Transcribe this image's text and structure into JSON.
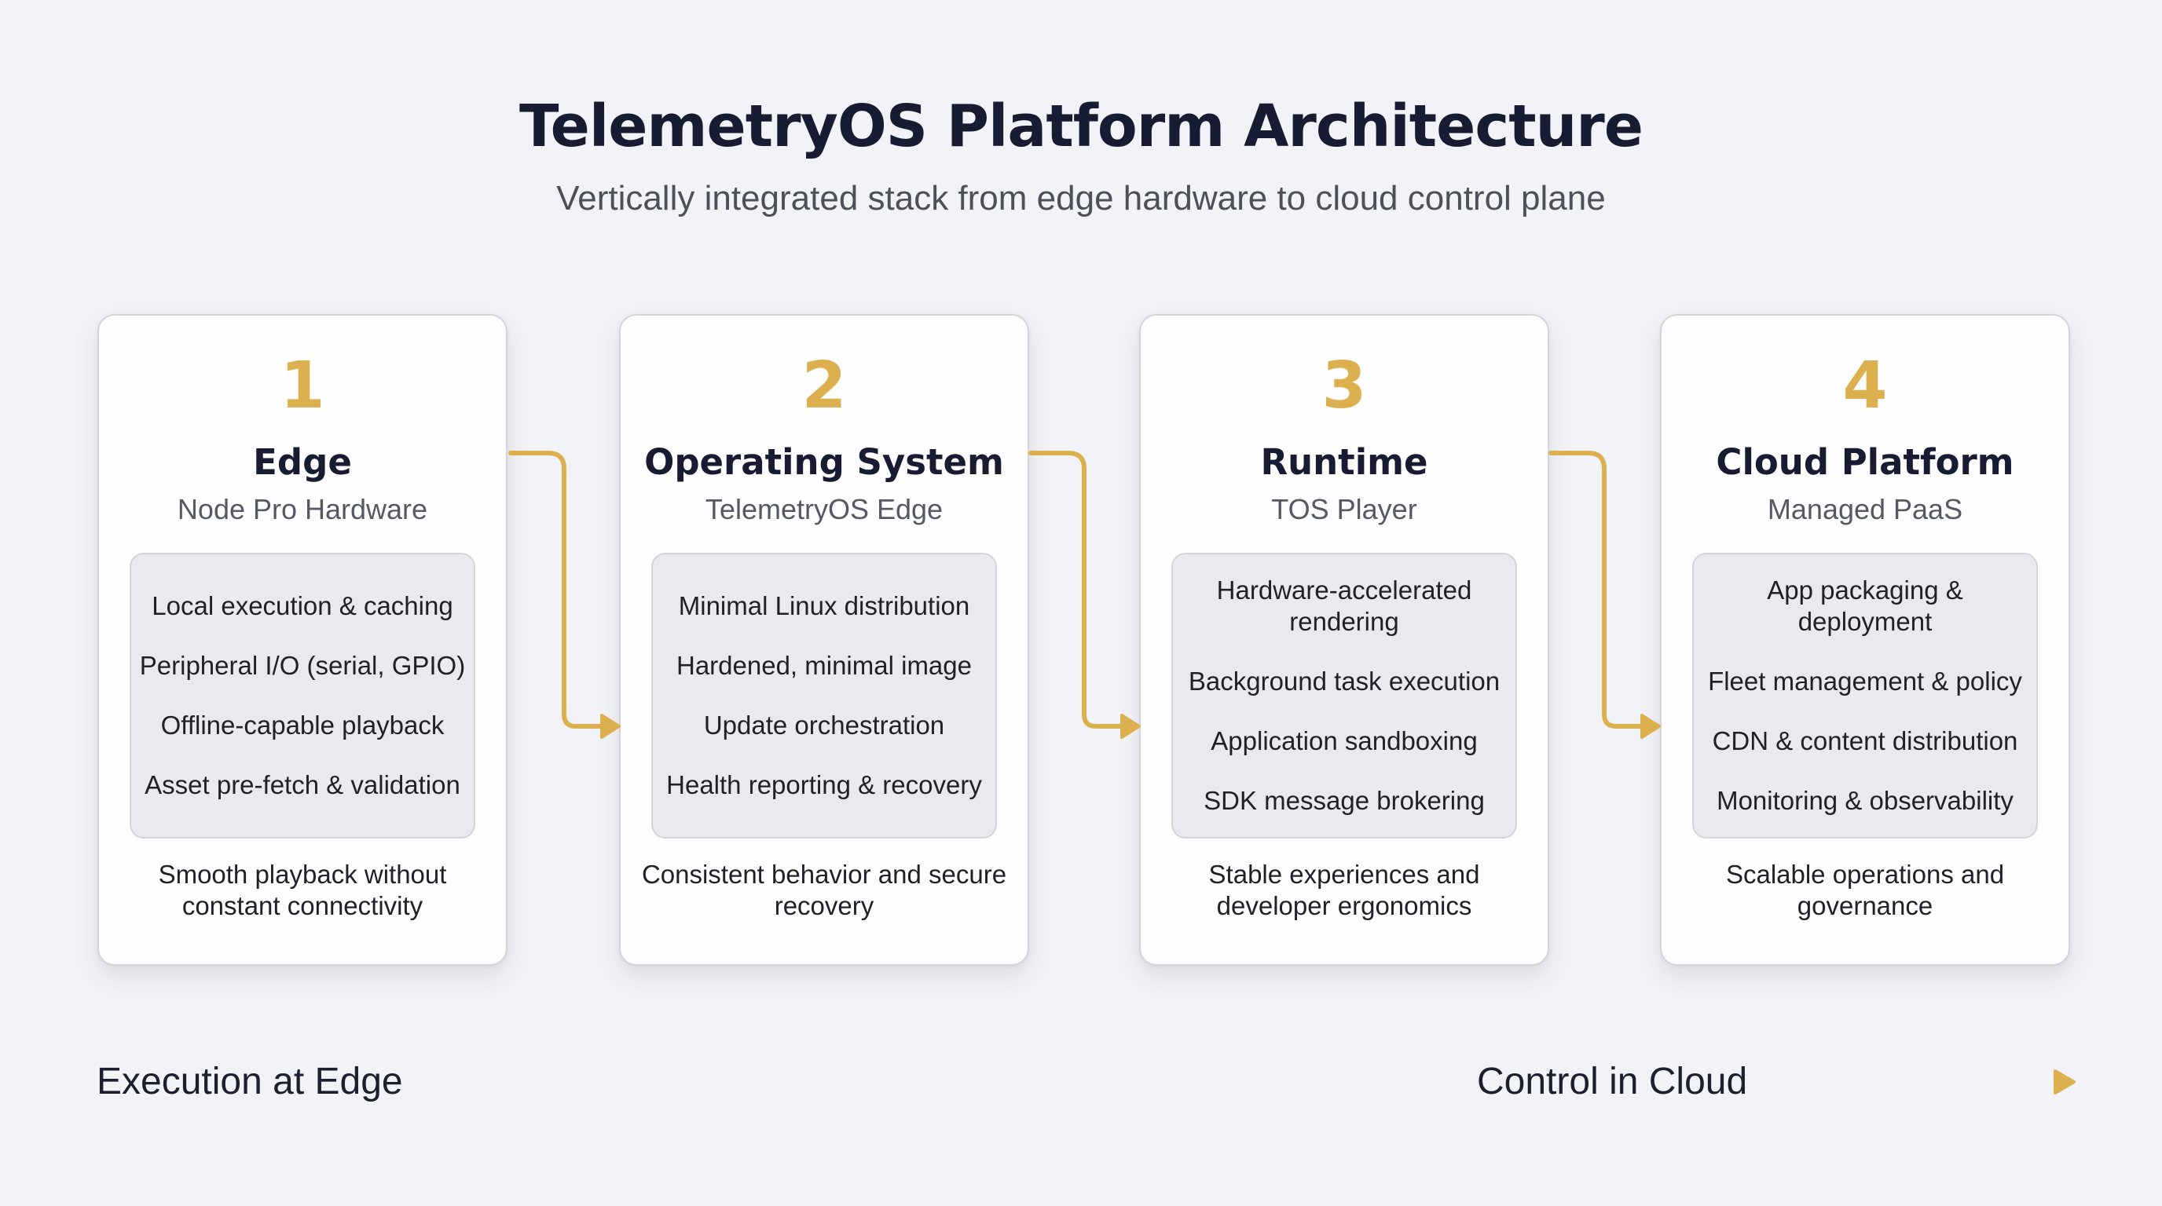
{
  "header": {
    "title": "TelemetryOS Platform Architecture",
    "subtitle": "Vertically integrated stack from edge hardware to cloud control plane"
  },
  "colors": {
    "accent": "#DDB04F",
    "title": "#171C33",
    "background": "#F2F3F6",
    "card": "#FEFEFE",
    "feature_box": "#E9EAEE"
  },
  "layers": [
    {
      "number": "1",
      "name": "Edge",
      "subtitle": "Node Pro Hardware",
      "features": [
        "Local execution & caching",
        "Peripheral I/O (serial, GPIO)",
        "Offline-capable playback",
        "Asset pre-fetch & validation"
      ],
      "outcome": "Smooth playback without constant connectivity"
    },
    {
      "number": "2",
      "name": "Operating System",
      "subtitle": "TelemetryOS Edge",
      "features": [
        "Minimal Linux distribution",
        "Hardened, minimal image",
        "Update orchestration",
        "Health reporting & recovery"
      ],
      "outcome": "Consistent behavior and secure recovery"
    },
    {
      "number": "3",
      "name": "Runtime",
      "subtitle": "TOS Player",
      "features": [
        "Hardware-accelerated rendering",
        "Background task execution",
        "Application sandboxing",
        "SDK message brokering"
      ],
      "outcome": "Stable experiences and developer ergonomics"
    },
    {
      "number": "4",
      "name": "Cloud Platform",
      "subtitle": "Managed PaaS",
      "features": [
        "App packaging & deployment",
        "Fleet management & policy",
        "CDN & content distribution",
        "Monitoring & observability"
      ],
      "outcome": "Scalable operations and governance"
    }
  ],
  "connectors": [
    {
      "from": "Edge",
      "to": "Operating System",
      "icon": "elbow-arrow-icon"
    },
    {
      "from": "Operating System",
      "to": "Runtime",
      "icon": "elbow-arrow-icon"
    },
    {
      "from": "Runtime",
      "to": "Cloud Platform",
      "icon": "elbow-arrow-icon"
    }
  ],
  "axis": {
    "start_label": "Execution at Edge",
    "end_label": "Control in Cloud",
    "icon": "arrow-right-icon"
  }
}
